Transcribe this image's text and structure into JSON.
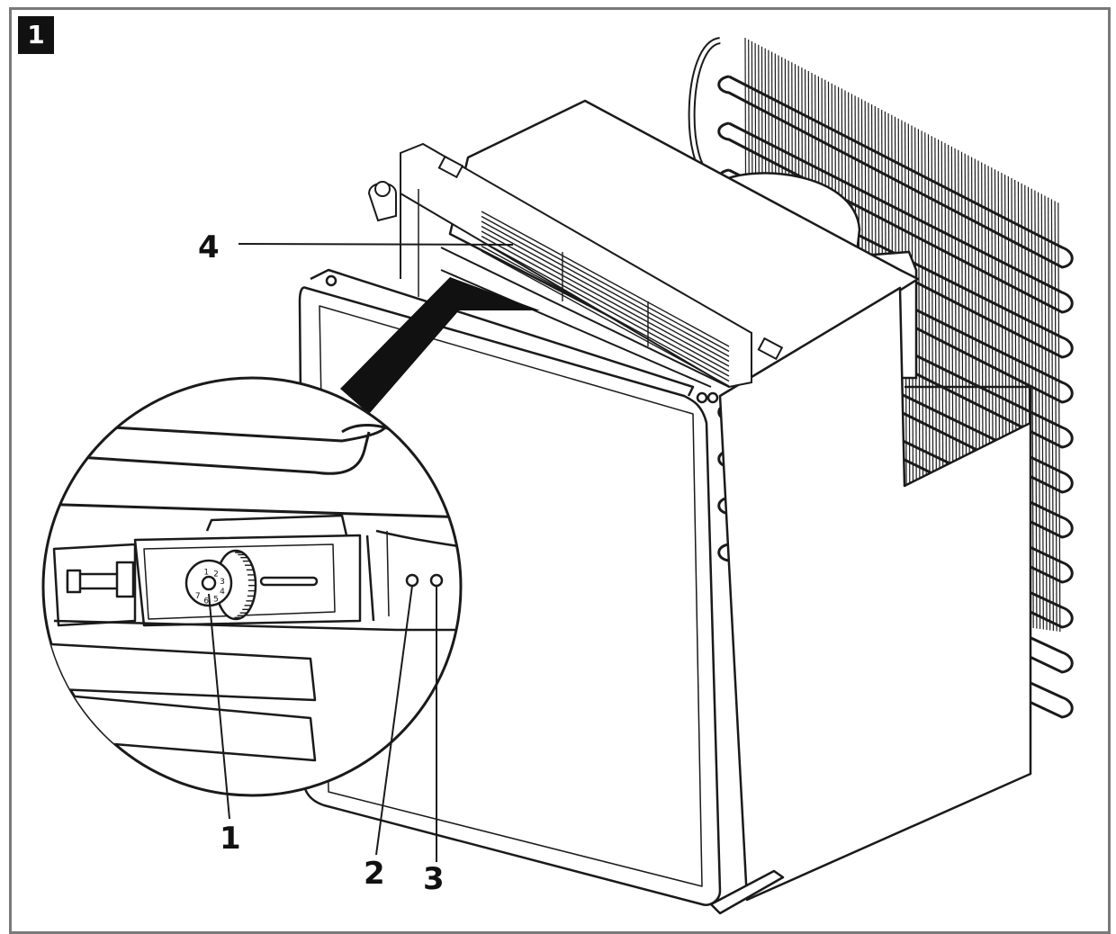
{
  "figure": {
    "number": "1"
  },
  "callouts": [
    {
      "id": "1",
      "label": "1"
    },
    {
      "id": "2",
      "label": "2"
    },
    {
      "id": "3",
      "label": "3"
    },
    {
      "id": "4",
      "label": "4"
    }
  ],
  "dial": {
    "marks": [
      "1",
      "2",
      "3",
      "4",
      "5",
      "6",
      "7"
    ]
  },
  "colors": {
    "line": "#1a1a1a",
    "fill": "#ffffff",
    "dark": "#111111",
    "frame": "#7a7a7a"
  }
}
